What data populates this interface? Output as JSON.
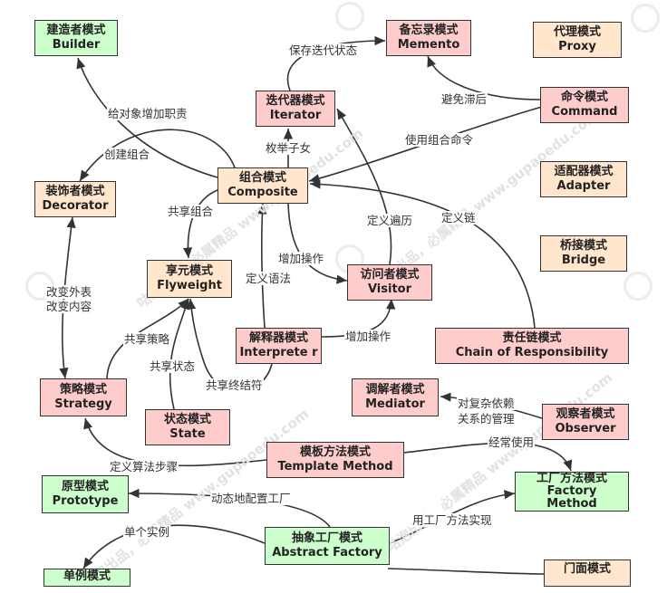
{
  "nodes": {
    "builder": {
      "zh": "建造者模式",
      "en": "Builder",
      "color": "#ccffcc"
    },
    "memento": {
      "zh": "备忘录模式",
      "en": "Memento",
      "color": "#ffcccc"
    },
    "proxy": {
      "zh": "代理模式",
      "en": "Proxy",
      "color": "#ffe6cc"
    },
    "iterator": {
      "zh": "迭代器模式",
      "en": "Iterator",
      "color": "#ffcccc"
    },
    "command": {
      "zh": "命令模式",
      "en": "Command",
      "color": "#ffcccc"
    },
    "composite": {
      "zh": "组合模式",
      "en": "Composite",
      "color": "#ffe6cc"
    },
    "decorator": {
      "zh": "装饰者模式",
      "en": "Decorator",
      "color": "#ffe6cc"
    },
    "adapter": {
      "zh": "适配器模式",
      "en": "Adapter",
      "color": "#ffe6cc"
    },
    "flyweight": {
      "zh": "享元模式",
      "en": "Flyweight",
      "color": "#ffe6cc"
    },
    "visitor": {
      "zh": "访问者模式",
      "en": "Visitor",
      "color": "#ffcccc"
    },
    "bridge": {
      "zh": "桥接模式",
      "en": "Bridge",
      "color": "#ffe6cc"
    },
    "interpreter": {
      "zh": "解释器模式",
      "en": "Interprete r",
      "color": "#ffcccc"
    },
    "chain": {
      "zh": "责任链模式",
      "en": "Chain of Responsibility",
      "color": "#ffcccc"
    },
    "strategy": {
      "zh": "策略模式",
      "en": "Strategy",
      "color": "#ffcccc"
    },
    "mediator": {
      "zh": "调解者模式",
      "en": "Mediator",
      "color": "#ffcccc"
    },
    "observer": {
      "zh": "观察者模式",
      "en": "Observer",
      "color": "#ffcccc"
    },
    "state": {
      "zh": "状态模式",
      "en": "State",
      "color": "#ffcccc"
    },
    "template": {
      "zh": "模板方法模式",
      "en": "Template Method",
      "color": "#ffcccc"
    },
    "prototype": {
      "zh": "原型模式",
      "en": "Prototype",
      "color": "#ccffcc"
    },
    "factory_method": {
      "zh": "工厂方法模式",
      "en": "Factory Method",
      "color": "#ccffcc"
    },
    "abstract_factory": {
      "zh": "抽象工厂模式",
      "en": "Abstract Factory",
      "color": "#ccffcc"
    },
    "singleton": {
      "zh": "单例模式",
      "en": "",
      "color": "#ccffcc"
    },
    "facade": {
      "zh": "门面模式",
      "en": "",
      "color": "#ffe6cc"
    }
  },
  "edge_labels": {
    "save_iter_state": "保存迭代状态",
    "add_duty": "给对象增加职责",
    "avoid_lag": "避免滞后",
    "create_composite": "创建组合",
    "enum_children": "枚举子女",
    "use_composite_cmd": "使用组合命令",
    "share_composite": "共享组合",
    "define_traverse": "定义遍历",
    "define_chain": "定义链",
    "add_op_1": "增加操作",
    "define_grammar": "定义语法",
    "change_appearance": "改变外表",
    "change_content": "改变内容",
    "share_strategy": "共享策略",
    "add_op_2": "增加操作",
    "share_state": "共享状态",
    "share_terminal": "共享终结符",
    "complex_dep_1": "对复杂依赖",
    "complex_dep_2": "关系的管理",
    "define_algo_steps": "定义算法步骤",
    "often_use": "经常使用",
    "dyn_config_factory": "动态地配置工厂",
    "single_instance": "单个实例",
    "impl_with_fm": "用工厂方法实现"
  },
  "watermark": "咕泡出品，必属精品 www.gupaoedu.com"
}
